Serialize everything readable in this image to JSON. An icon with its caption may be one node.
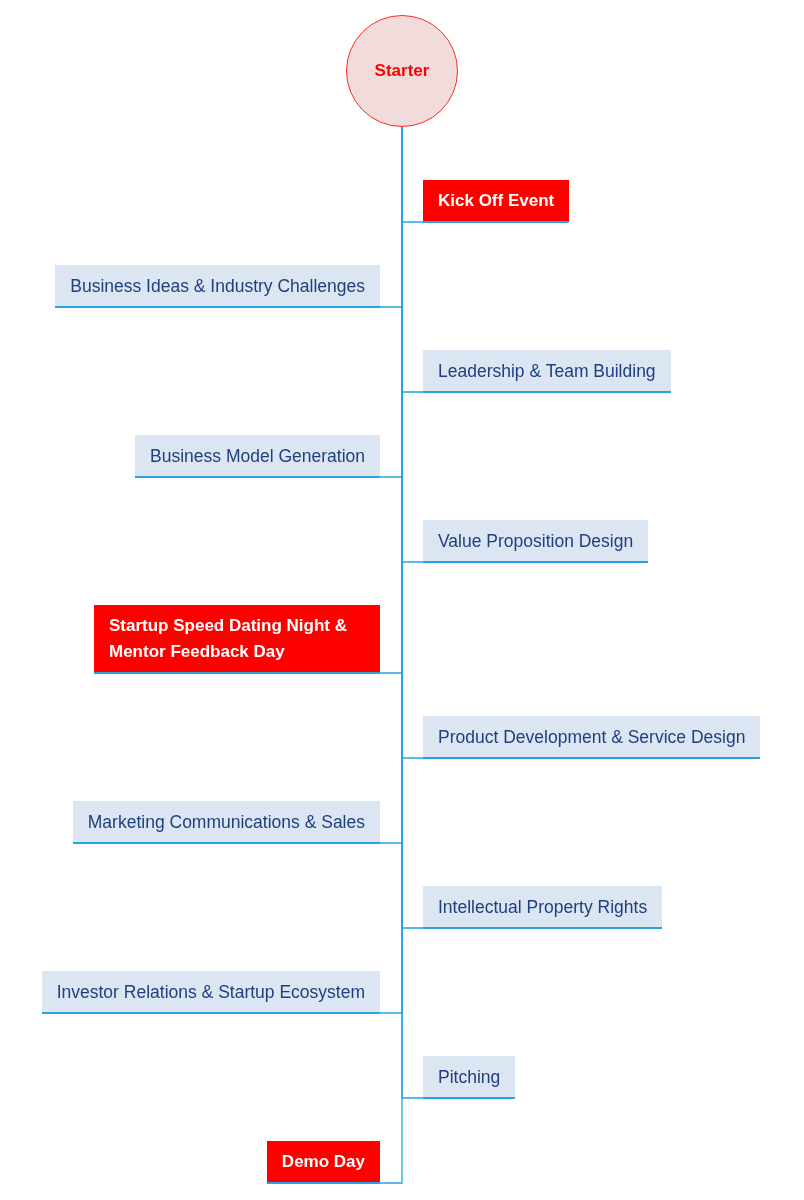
{
  "diagram": {
    "nodes": [
      {
        "text": [
          "Starter"
        ]
      },
      {
        "text": [
          "Kick Off Event"
        ]
      },
      {
        "text": [
          "Business Ideas & Industry Challenges"
        ]
      },
      {
        "text": [
          "Leadership & Team Building"
        ]
      },
      {
        "text": [
          "Business Model Generation"
        ]
      },
      {
        "text": [
          "Value Proposition Design"
        ]
      },
      {
        "text": [
          "Startup Speed Dating Night & Mentor Feedback Day"
        ]
      },
      {
        "text": [
          "Product Development & Service Design"
        ]
      },
      {
        "text": [
          "Marketing Communications & Sales"
        ]
      },
      {
        "text": [
          "Intellectual Property Rights"
        ]
      },
      {
        "text": [
          "Investor Relations & Startup Ecosystem"
        ]
      },
      {
        "text": [
          "Pitching"
        ]
      },
      {
        "text": [
          "Demo Day"
        ]
      }
    ],
    "edges": [
      {
        "from": 0,
        "to": 1,
        "arrow": "none"
      },
      {
        "from": 0,
        "to": 2,
        "arrow": "none"
      },
      {
        "from": 0,
        "to": 3,
        "arrow": "none"
      },
      {
        "from": 0,
        "to": 4,
        "arrow": "none"
      },
      {
        "from": 0,
        "to": 5,
        "arrow": "none"
      },
      {
        "from": 0,
        "to": 6,
        "arrow": "none"
      },
      {
        "from": 0,
        "to": 7,
        "arrow": "none"
      },
      {
        "from": 0,
        "to": 8,
        "arrow": "none"
      },
      {
        "from": 0,
        "to": 9,
        "arrow": "none"
      },
      {
        "from": 0,
        "to": 10,
        "arrow": "none"
      },
      {
        "from": 0,
        "to": 11,
        "arrow": "none"
      },
      {
        "from": 0,
        "to": 12,
        "arrow": "none"
      }
    ]
  }
}
